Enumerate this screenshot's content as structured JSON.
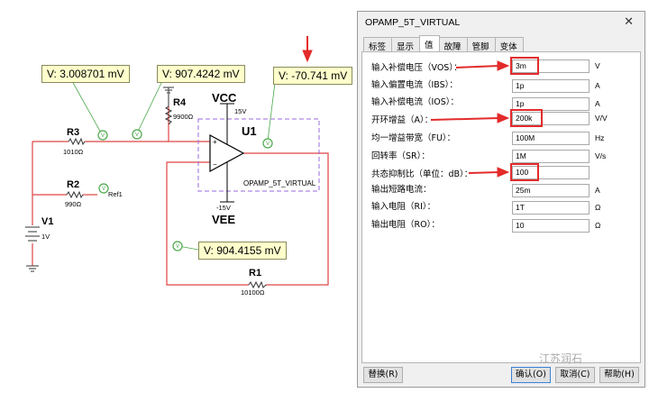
{
  "schematic": {
    "probes": [
      {
        "id": "p1",
        "text": "V: 3.008701 mV"
      },
      {
        "id": "p2",
        "text": "V: 907.4242 mV"
      },
      {
        "id": "p3",
        "text": "V: -70.741 mV"
      },
      {
        "id": "p4",
        "text": "V: 904.4155 mV"
      }
    ],
    "components": {
      "r4_name": "R4",
      "r4_value": "9900Ω",
      "vcc_name": "VCC",
      "vcc_value": "15V",
      "u1_name": "U1",
      "u1_part": "OPAMP_5T_VIRTUAL",
      "vee_name": "VEE",
      "vee_value": "-15V",
      "r3_name": "R3",
      "r3_value": "1010Ω",
      "r2_name": "R2",
      "r2_value": "990Ω",
      "ref_label": "Ref1",
      "v1_name": "V1",
      "v1_value": "1V",
      "r1_name": "R1",
      "r1_value": "10100Ω"
    },
    "colors": {
      "wire": "#e04444",
      "probe_green": "#4aa84a",
      "dash_box": "#9a6adb"
    }
  },
  "dialog": {
    "title": "OPAMP_5T_VIRTUAL",
    "close_glyph": "✕",
    "tabs": [
      "标签",
      "显示",
      "值",
      "故障",
      "管脚",
      "变体"
    ],
    "active_tab": 2,
    "params": [
      {
        "label": "输入补偿电压（VOS）：",
        "value": "3m",
        "unit": "V"
      },
      {
        "label": "输入偏置电流（IBS）：",
        "value": "1p",
        "unit": "A"
      },
      {
        "label": "输入补偿电流（IOS）：",
        "value": "1p",
        "unit": "A"
      },
      {
        "label": "开环增益（A）：",
        "value": "200k",
        "unit": "V/V"
      },
      {
        "label": "均一增益带宽（FU）：",
        "value": "100M",
        "unit": "Hz"
      },
      {
        "label": "回转率（SR）：",
        "value": "1M",
        "unit": "V/s"
      },
      {
        "label": "共态抑制比（单位：dB）：",
        "value": "100",
        "unit": ""
      },
      {
        "label": "输出短路电流：",
        "value": "25m",
        "unit": "A"
      },
      {
        "label": "输入电阻（RI）：",
        "value": "1T",
        "unit": "Ω"
      },
      {
        "label": "输出电阻（RO）：",
        "value": "10",
        "unit": "Ω"
      }
    ],
    "buttons": {
      "replace": "替换(R)",
      "ok": "确认(O)",
      "cancel": "取消(C)",
      "help": "帮助(H)"
    },
    "watermark": "江苏润石"
  }
}
